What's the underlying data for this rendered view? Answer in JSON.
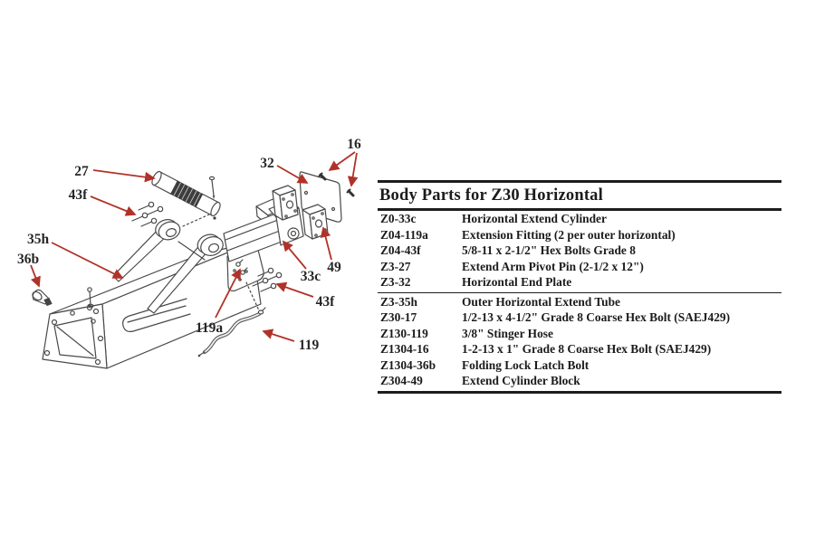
{
  "diagram": {
    "arrow_color": "#b13228",
    "line_color": "#4a4a4a",
    "labels": [
      {
        "id": "27",
        "text": "27"
      },
      {
        "id": "43f-left",
        "text": "43f"
      },
      {
        "id": "35h",
        "text": "35h"
      },
      {
        "id": "36b",
        "text": "36b"
      },
      {
        "id": "32",
        "text": "32"
      },
      {
        "id": "16",
        "text": "16"
      },
      {
        "id": "33c",
        "text": "33c"
      },
      {
        "id": "49",
        "text": "49"
      },
      {
        "id": "43f-right",
        "text": "43f"
      },
      {
        "id": "119a",
        "text": "119a"
      },
      {
        "id": "119",
        "text": "119"
      }
    ]
  },
  "table": {
    "title": "Body Parts for Z30 Horizontal",
    "rows": [
      {
        "part": "Z0-33c",
        "desc": "Horizontal Extend Cylinder"
      },
      {
        "part": "Z04-119a",
        "desc": "Extension Fitting (2 per outer horizontal)"
      },
      {
        "part": "Z04-43f",
        "desc": "5/8-11 x 2-1/2\" Hex Bolts Grade 8"
      },
      {
        "part": "Z3-27",
        "desc": "Extend Arm Pivot Pin (2-1/2 x 12\")"
      },
      {
        "part": "Z3-32",
        "desc": "Horizontal End Plate"
      },
      {
        "part": "Z3-35h",
        "desc": "Outer Horizontal Extend Tube"
      },
      {
        "part": "Z30-17",
        "desc": "1/2-13 x 4-1/2\" Grade 8 Coarse Hex Bolt (SAEJ429)"
      },
      {
        "part": "Z130-119",
        "desc": "3/8\" Stinger Hose"
      },
      {
        "part": "Z1304-16",
        "desc": "1-2-13 x 1\" Grade 8 Coarse Hex Bolt (SAEJ429)"
      },
      {
        "part": "Z1304-36b",
        "desc": "Folding Lock Latch Bolt"
      },
      {
        "part": "Z304-49",
        "desc": "Extend Cylinder Block"
      }
    ]
  }
}
